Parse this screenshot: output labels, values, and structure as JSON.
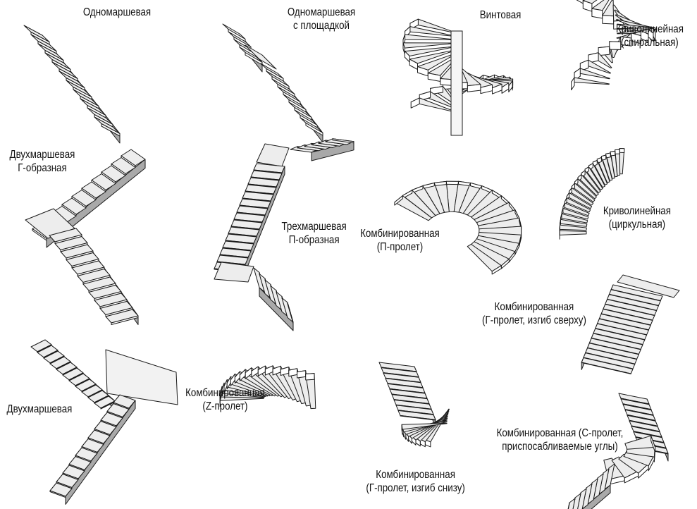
{
  "stair_types": [
    {
      "id": "straight",
      "lines": [
        "Одномаршевая"
      ]
    },
    {
      "id": "straight-landing",
      "lines": [
        "Одномаршевая",
        "с площадкой"
      ]
    },
    {
      "id": "spiral-pole",
      "lines": [
        "Винтовая"
      ]
    },
    {
      "id": "curved-spiral",
      "lines": [
        "Криволинейная",
        "(спиральная)"
      ]
    },
    {
      "id": "l-shaped",
      "lines": [
        "Двухмаршевая",
        "Г-образная"
      ]
    },
    {
      "id": "u-shaped",
      "lines": [
        "Трехмаршевая",
        "П-образная"
      ]
    },
    {
      "id": "combined-u",
      "lines": [
        "Комбинированная",
        "(П-пролет)"
      ]
    },
    {
      "id": "curved-circular",
      "lines": [
        "Криволинейная",
        "(циркульная)"
      ]
    },
    {
      "id": "combined-l-top",
      "lines": [
        "Комбинированная",
        "(Г-пролет, изгиб сверху)"
      ]
    },
    {
      "id": "two-flight",
      "lines": [
        "Двухмаршевая"
      ]
    },
    {
      "id": "combined-z",
      "lines": [
        "Комбинированная",
        "(Z-пролет)"
      ]
    },
    {
      "id": "combined-l-bottom",
      "lines": [
        "Комбинированная",
        "(Г-пролет, изгиб снизу)"
      ]
    },
    {
      "id": "combined-c",
      "lines": [
        "Комбинированная (С-пролет,",
        "приспосабливаемые углы)"
      ]
    }
  ],
  "colors": {
    "stroke": "#1a1a1a",
    "tread": "#ededed",
    "riser": "#ffffff",
    "side": "#a9a9a9",
    "text": "#111111"
  }
}
